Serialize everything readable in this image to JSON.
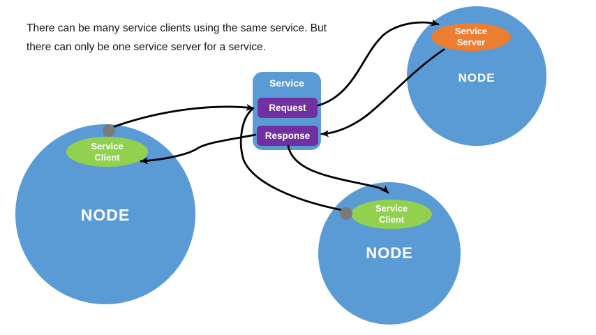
{
  "caption": {
    "line1": "There can be many service clients using the same service. But",
    "line2": "there can only be one service server for a service."
  },
  "service_box": {
    "title": "Service",
    "request_label": "Request",
    "response_label": "Response"
  },
  "nodes": {
    "left": {
      "label": "NODE",
      "component": {
        "line1": "Service",
        "line2": "Client"
      }
    },
    "top_right": {
      "label": "NODE",
      "component": {
        "line1": "Service",
        "line2": "Server"
      }
    },
    "bottom": {
      "label": "NODE",
      "component": {
        "line1": "Service",
        "line2": "Client"
      }
    }
  },
  "colors": {
    "background": "#FFFFFF",
    "node_fill": "#5B9BD5",
    "client_fill": "#92D050",
    "server_fill": "#ED7D31",
    "service_fill": "#5B9BD5",
    "message_fill": "#7030A0",
    "connector": "#000000",
    "anchor_dot": "#7A7A7A"
  }
}
